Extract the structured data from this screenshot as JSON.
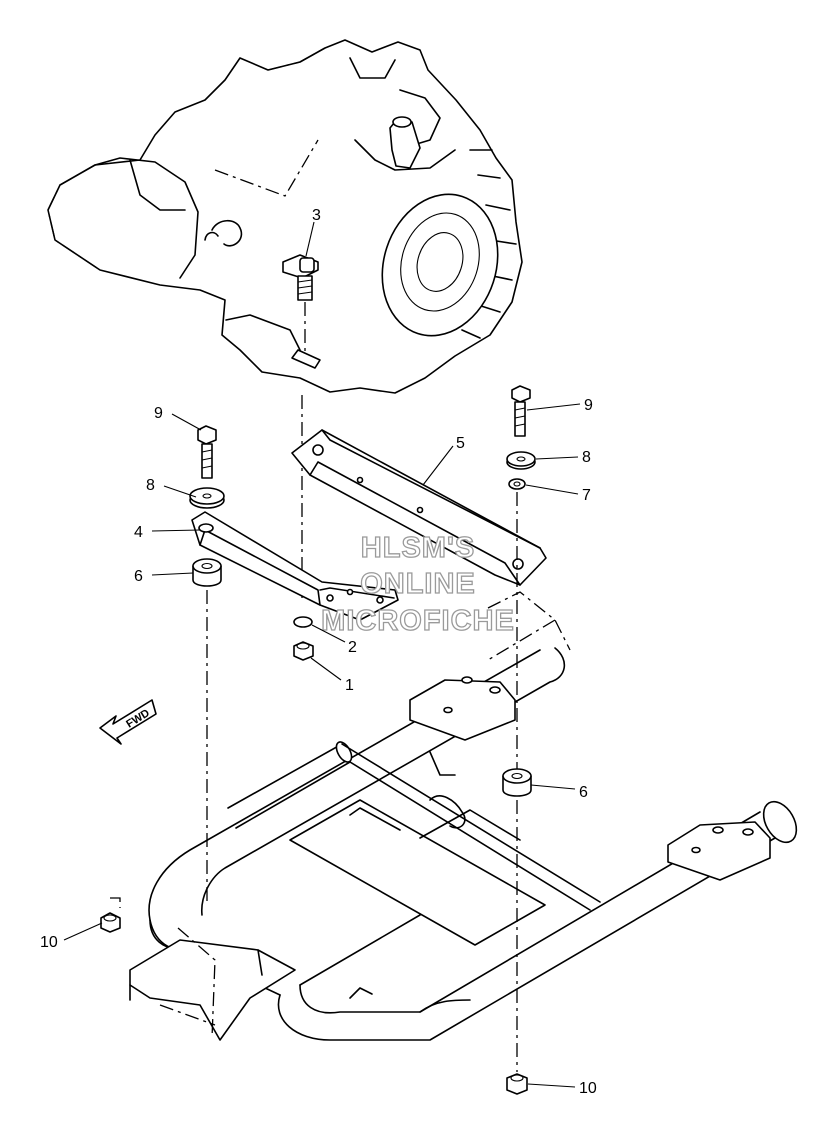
{
  "callouts": {
    "c1": "1",
    "c2": "2",
    "c3": "3",
    "c4": "4",
    "c5": "5",
    "c6_left": "6",
    "c6_right": "6",
    "c7": "7",
    "c8_left": "8",
    "c8_right": "8",
    "c9_left": "9",
    "c9_right": "9",
    "c10_left": "10",
    "c10_right": "10"
  },
  "fwd_label": "FWD",
  "watermark": {
    "line1": "HLSM'S",
    "line2": "ONLINE",
    "line3": "MICROFICHE"
  }
}
